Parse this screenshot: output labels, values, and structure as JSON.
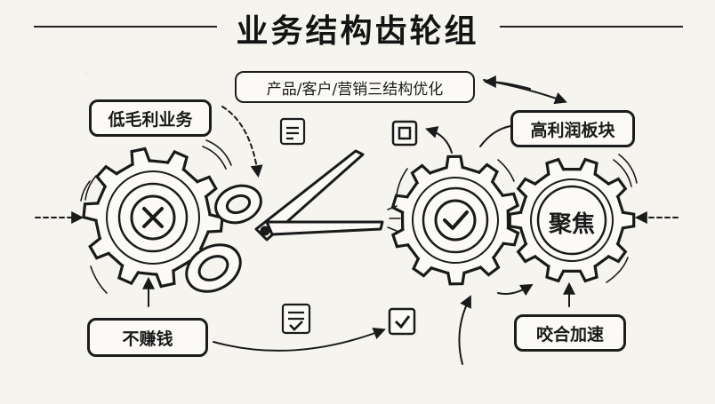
{
  "title": "业务结构齿轮组",
  "labels": {
    "low_margin": "低毛利业务",
    "structure_opt": "产品/客户/营销三结构优化",
    "high_margin": "高利润板块",
    "no_profit": "不赚钱",
    "accelerate": "咬合加速",
    "focus": "聚焦"
  },
  "icons": [
    "x-circle-icon",
    "scissors-icon",
    "check-circle-icon",
    "document-icon",
    "checkbox-icon"
  ]
}
